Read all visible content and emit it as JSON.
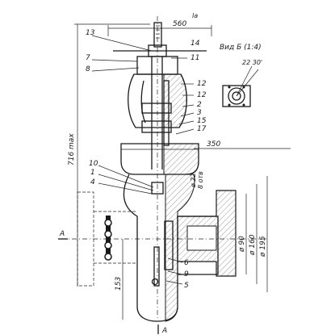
{
  "title": "",
  "view_label": "Вид Б (1:4)",
  "dimensions": {
    "handwheel_width": "560",
    "overall_height": "716 max",
    "face_to_face": "350",
    "pipe_dia_bore": "ø 90",
    "pipe_dia_small": "ø 160",
    "pipe_dia_large": "ø 195",
    "bolt_holes": "ø 22",
    "bolt_holes_count": "8 отв",
    "lower_height": "153",
    "view_angles": "22 30'",
    "top_mark": "la"
  },
  "section_marks": {
    "left": "А",
    "right": "А"
  },
  "callouts": {
    "left_top": [
      "13",
      "7",
      "8"
    ],
    "left_mid": [
      "10",
      "1",
      "4"
    ],
    "right_top": [
      "14",
      "11"
    ],
    "right_mid": [
      "12",
      "12",
      "2",
      "3",
      "15",
      "17"
    ],
    "right_bottom": [
      "6",
      "9",
      "5"
    ]
  }
}
